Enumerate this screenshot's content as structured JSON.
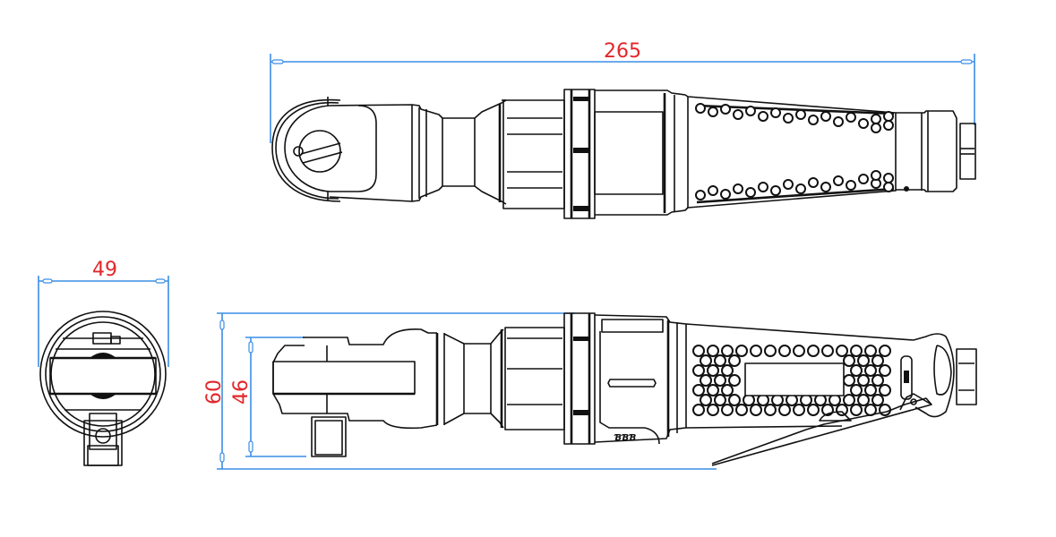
{
  "drawing": {
    "subject": "pneumatic ratchet wrench dimension drawing",
    "views": [
      "top-view",
      "end-view",
      "side-view"
    ],
    "units": "mm",
    "colors": {
      "outline": "#111111",
      "dimension_line": "#3a8ee6",
      "dimension_text": "#e3262a",
      "background": "#ffffff"
    }
  },
  "dimensions": {
    "overall_length": {
      "label": "overall length",
      "value": "265"
    },
    "head_diameter": {
      "label": "head width",
      "value": "49"
    },
    "overall_height": {
      "label": "overall height",
      "value": "60"
    },
    "head_height": {
      "label": "head height",
      "value": "46"
    }
  }
}
